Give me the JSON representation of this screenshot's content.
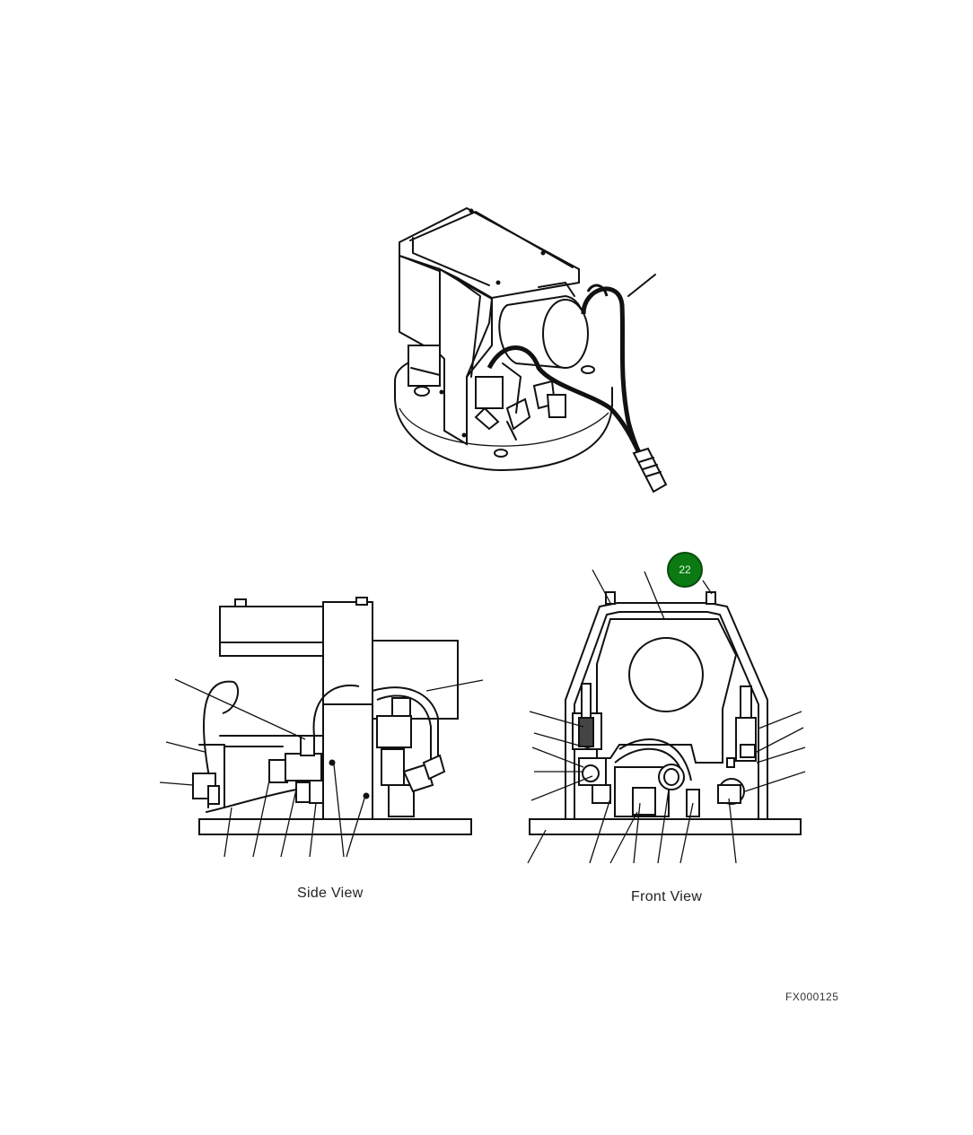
{
  "views": {
    "side_label": "Side View",
    "front_label": "Front View"
  },
  "figure_id": "FX000125",
  "callout": {
    "number": "22",
    "color": "#0b7a12"
  }
}
